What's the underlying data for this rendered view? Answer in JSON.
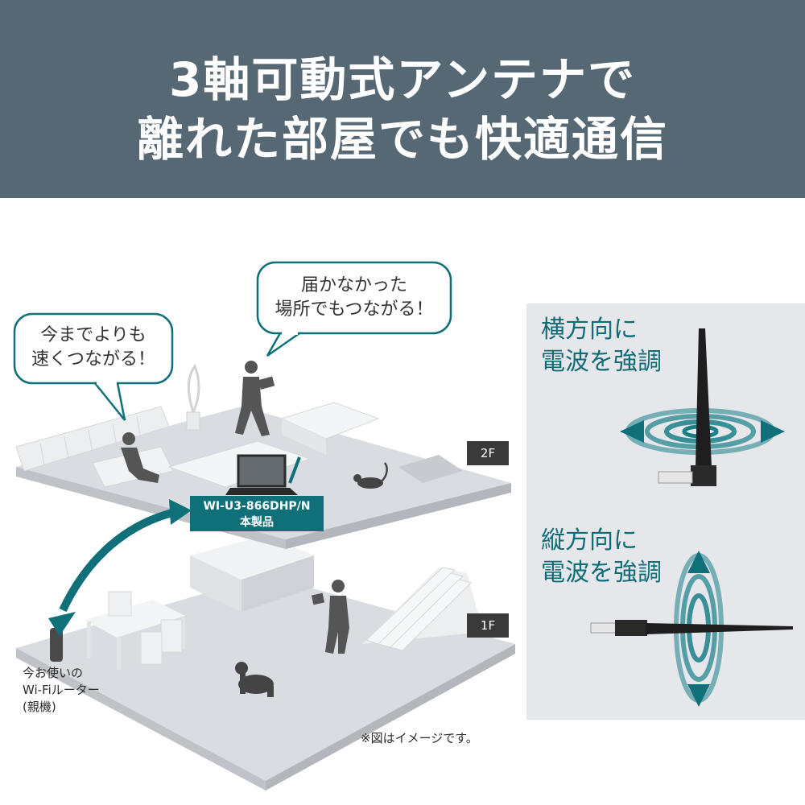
{
  "header": {
    "line1": "3軸可動式アンテナで",
    "line2": "離れた部屋でも快適通信"
  },
  "bubbles": {
    "left_line1": "今までよりも",
    "left_line2": "速くつながる！",
    "right_line1": "届かなかった",
    "right_line2": "場所でもつながる！"
  },
  "floors": {
    "upper": "2F",
    "lower": "1F"
  },
  "product": {
    "model": "WI-U3-866DHP/N",
    "caption": "本製品"
  },
  "router": {
    "line1": "今お使いの",
    "line2": "Wi-Fiルーター",
    "line3": "(親機)"
  },
  "panel": {
    "horizontal_line1": "横方向に",
    "horizontal_line2": "電波を強調",
    "vertical_line1": "縦方向に",
    "vertical_line2": "電波を強調"
  },
  "note": "※図はイメージです。",
  "colors": {
    "header_bg": "#566873",
    "accent_teal": "#0f7079",
    "panel_bg": "#e5e7ea",
    "panel_text": "#0f6b75"
  }
}
